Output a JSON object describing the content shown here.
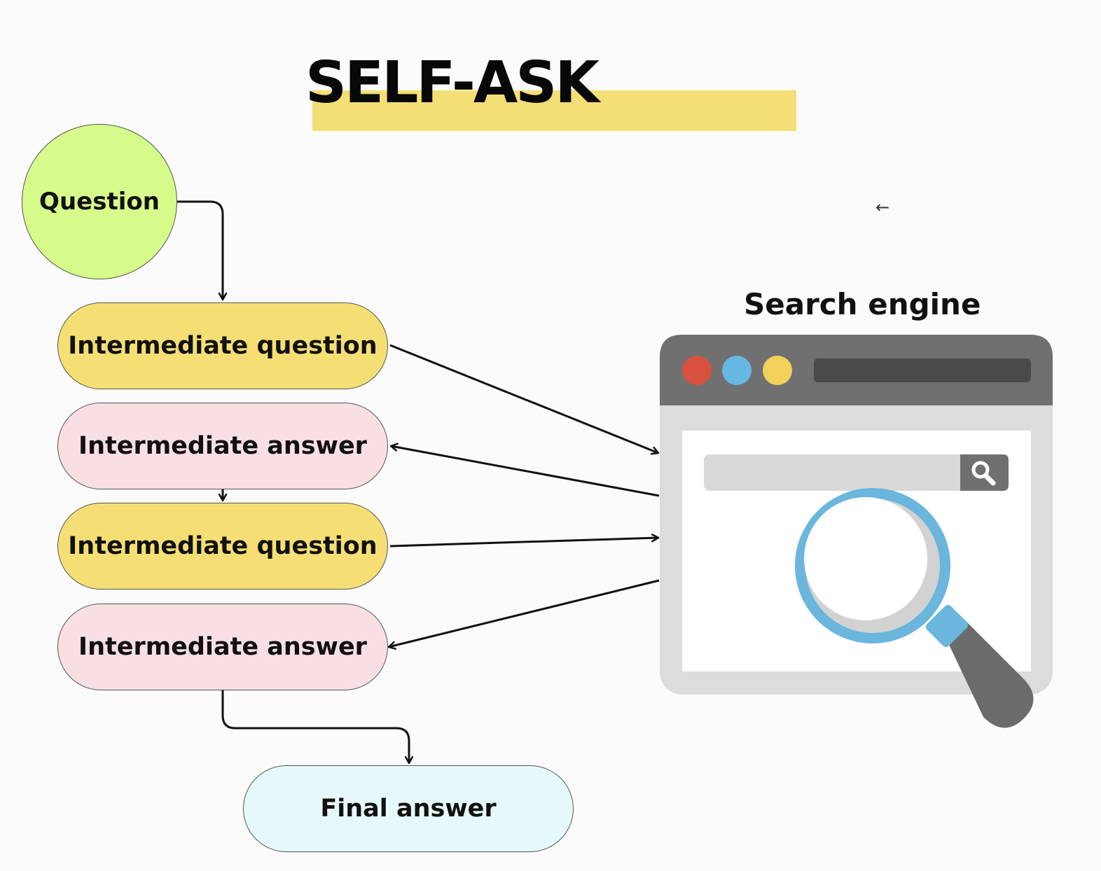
{
  "title": "SELF-ASK",
  "nodes": {
    "question": "Question",
    "intermediate_question_1": "Intermediate question",
    "intermediate_answer_1": "Intermediate answer",
    "intermediate_question_2": "Intermediate question",
    "intermediate_answer_2": "Intermediate answer",
    "final_answer": "Final answer"
  },
  "search_engine": {
    "label": "Search engine",
    "icon": "browser-window-with-magnifier-icon"
  },
  "small_arrow_icon": "left-arrow-icon",
  "colors": {
    "title_highlight": "#f3df75",
    "question_fill": "#d6fb8a",
    "intermediate_question_fill": "#f5df74",
    "intermediate_answer_fill": "#f7dfe3",
    "final_answer_fill": "#e6f9fa",
    "browser_titlebar": "#707070",
    "browser_body": "#dcdcdc",
    "dot_red": "#d9503f",
    "dot_blue": "#66b8e2",
    "dot_yellow": "#f2d15a",
    "magnifier_ring": "#6ab6dc",
    "magnifier_handle": "#6b6b6b"
  }
}
